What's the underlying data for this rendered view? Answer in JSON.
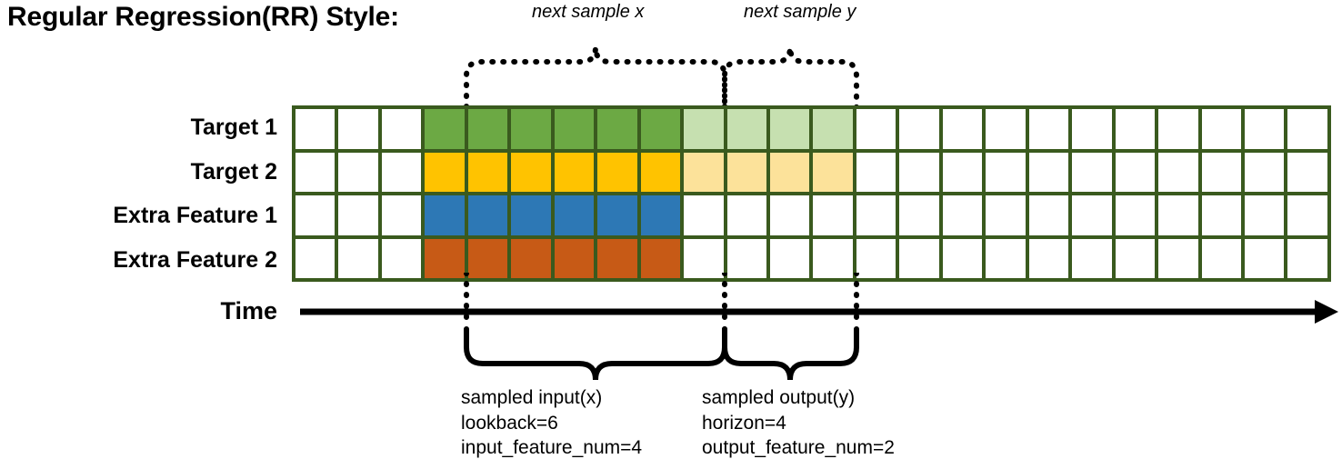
{
  "title": "Regular Regression(RR) Style:",
  "annotations": {
    "next_sample_x": "next sample x",
    "next_sample_y": "next sample y",
    "time_axis_label": "Time"
  },
  "rows": [
    {
      "label": "Target 1",
      "fill_dark": "#6CA944",
      "fill_light": "#C6E0B0",
      "has_output": true
    },
    {
      "label": "Target 2",
      "fill_dark": "#FFC300",
      "fill_light": "#FCE29A",
      "has_output": true
    },
    {
      "label": "Extra Feature 1",
      "fill_dark": "#2D78B5",
      "fill_light": null,
      "has_output": false
    },
    {
      "label": "Extra Feature 2",
      "fill_dark": "#C75A16",
      "fill_light": null,
      "has_output": false
    }
  ],
  "grid": {
    "total_columns": 24,
    "leading_empty_columns": 3,
    "input_columns": 6,
    "output_columns": 4,
    "trailing_empty_columns": 11,
    "border_color": "#3A5A1E",
    "empty_cell_color": "#FFFFFF"
  },
  "captions": {
    "input": "sampled input(x)\nlookback=6\ninput_feature_num=4",
    "output": "sampled output(y)\nhorizon=4\noutput_feature_num=2"
  },
  "caption_values": {
    "lookback": "6",
    "input_feature_num": "4",
    "horizon": "4",
    "output_feature_num": "2"
  }
}
